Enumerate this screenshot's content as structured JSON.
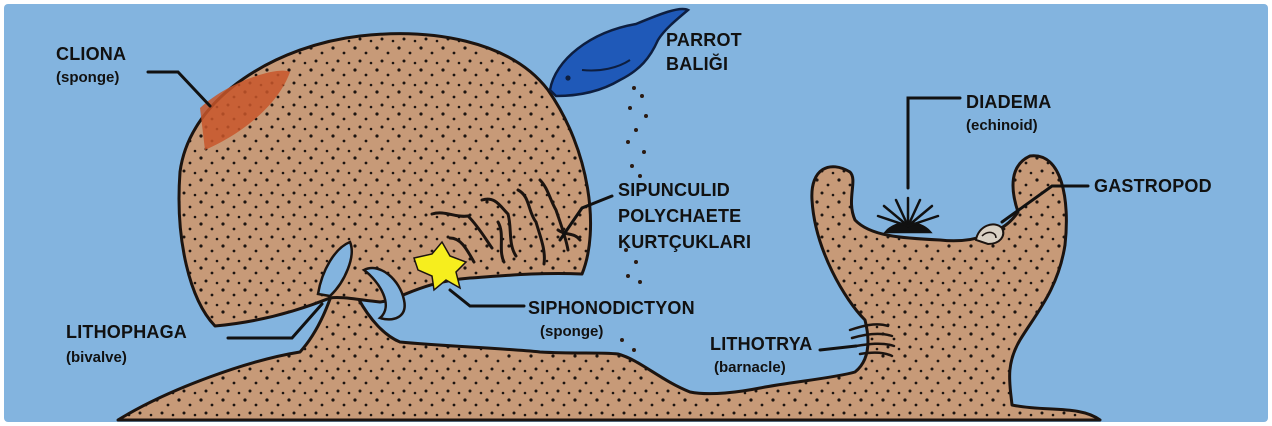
{
  "diagram": {
    "colors": {
      "water": "#83b4df",
      "rock": "#c79a78",
      "outline": "#1c1410",
      "fish": "#1f59b8",
      "siphonodictyon": "#f6ee1e",
      "cliona": "#c8562a"
    },
    "labels": {
      "cliona": {
        "name": "CLIONA",
        "type": "(sponge)"
      },
      "parrot": {
        "line1": "PARROT",
        "line2": "BALIĞI"
      },
      "diadema": {
        "name": "DIADEMA",
        "type": "(echinoid)"
      },
      "gastropod": {
        "name": "GASTROPOD"
      },
      "sipunculid": {
        "line1": "SIPUNCULID",
        "line2": "POLYCHAETE",
        "line3": "KURTÇUKLARI"
      },
      "lithophaga": {
        "name": "LITHOPHAGA",
        "type": "(bivalve)"
      },
      "siphonodictyon": {
        "name": "SIPHONODICTYON",
        "type": "(sponge)"
      },
      "lithotrya": {
        "name": "LITHOTRYA",
        "type": "(barnacle)"
      }
    },
    "icons": [
      "parrotfish-icon",
      "sea-urchin-icon",
      "snail-shell-icon",
      "sponge-star-icon",
      "worm-burrows-icon",
      "barnacle-icon",
      "bivalve-icon"
    ]
  }
}
